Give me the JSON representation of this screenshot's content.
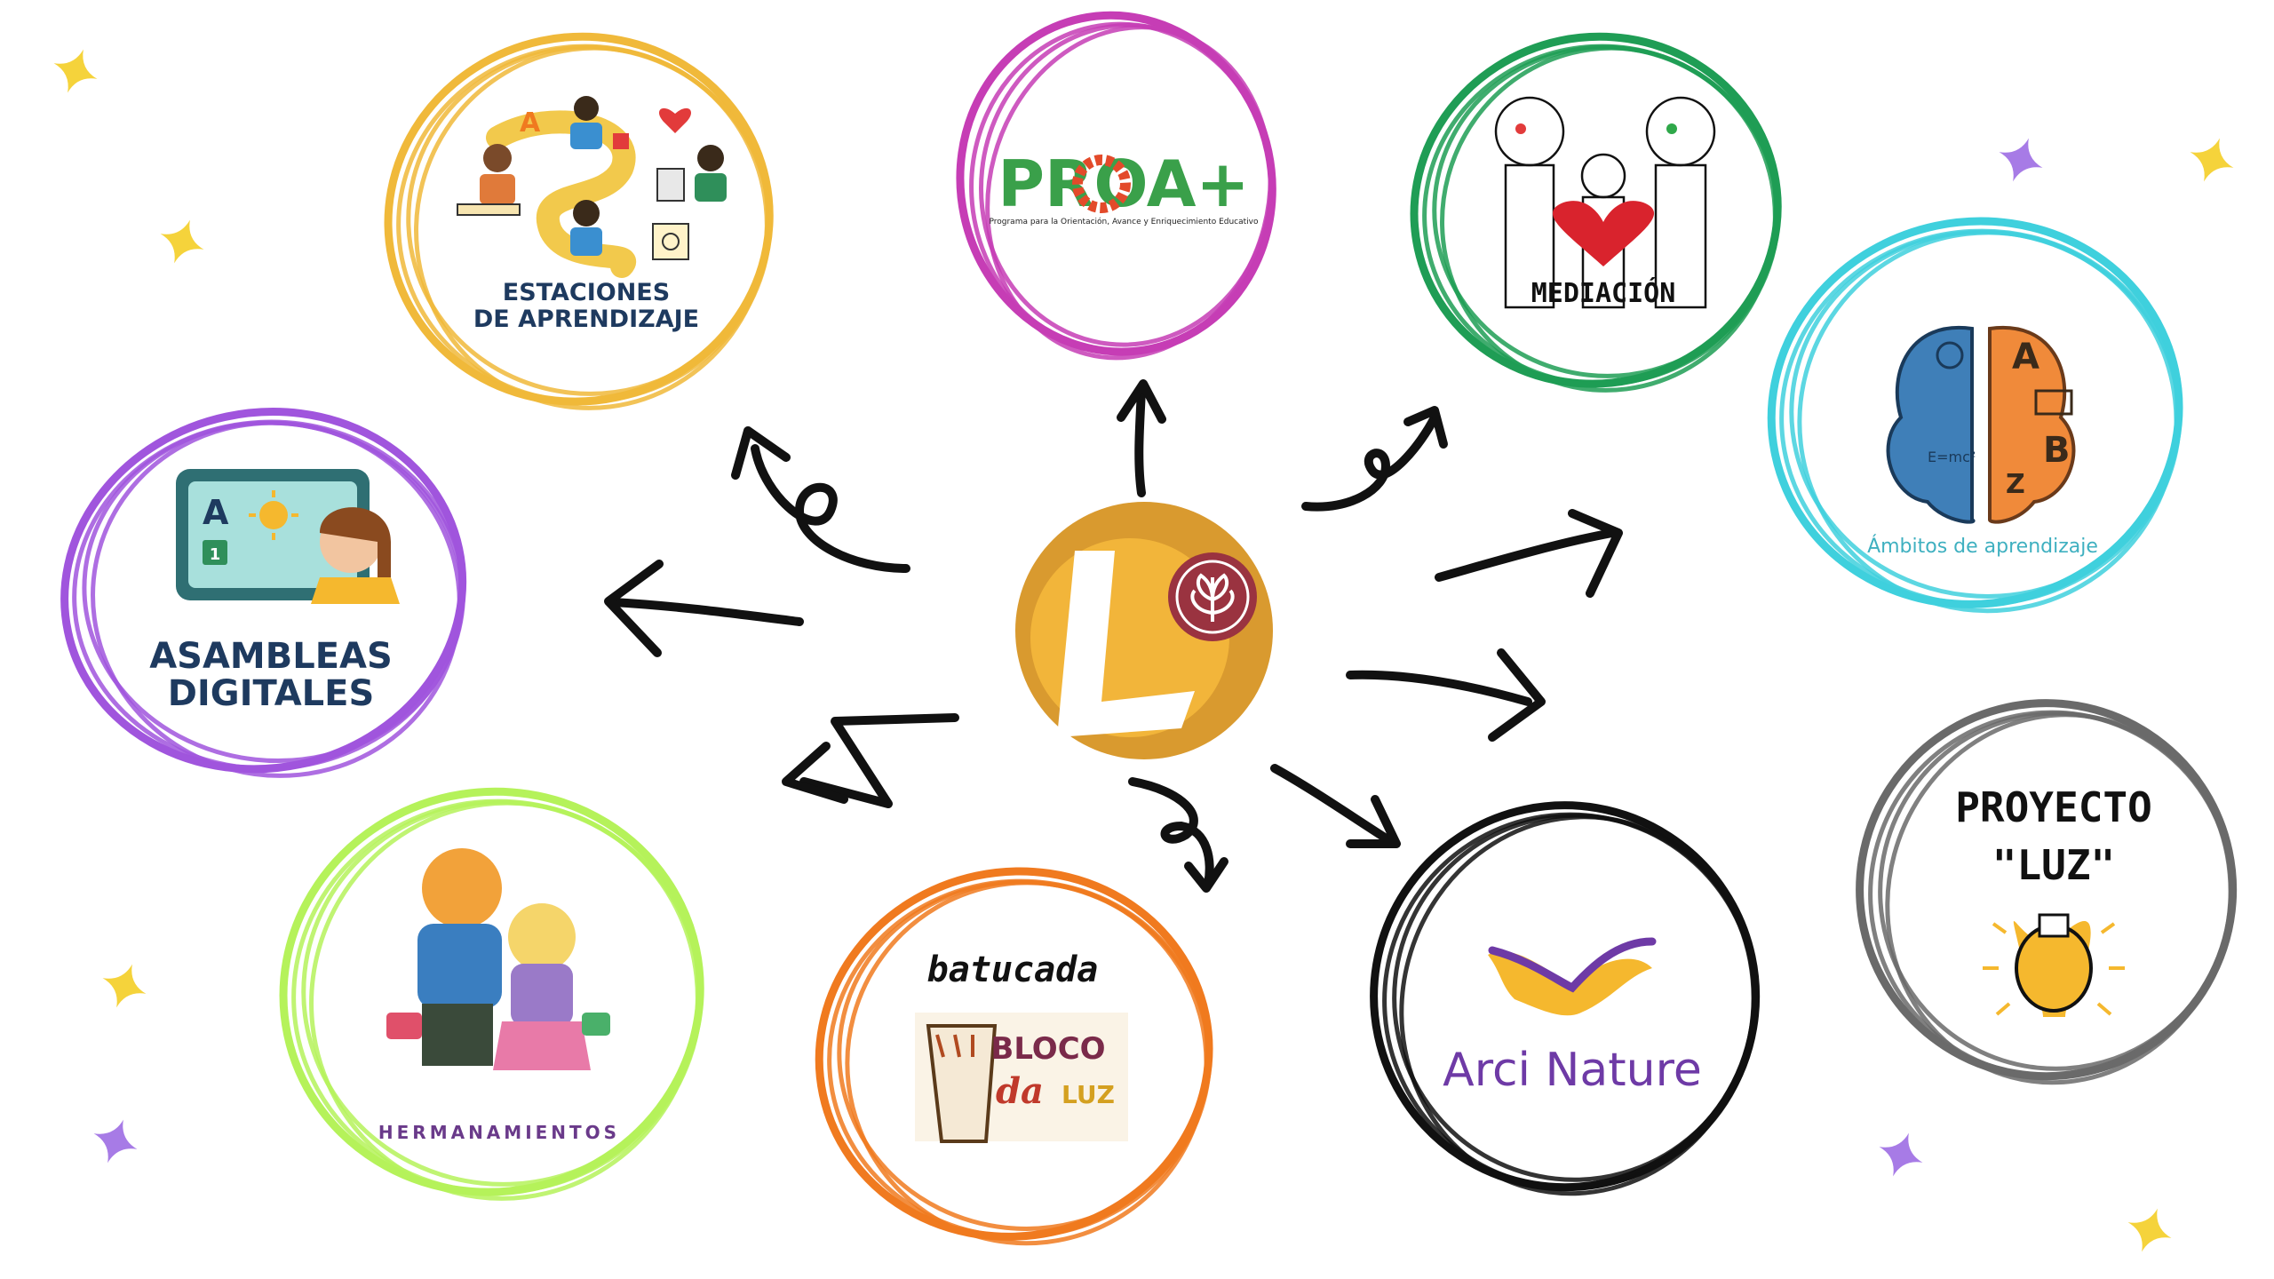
{
  "nodes": {
    "proa": {
      "title": "PROA+",
      "subtitle": "Programa para la Orientación, Avance y Enriquecimiento Educativo",
      "ring_color": "#c63db5"
    },
    "mediacion": {
      "title": "MEDIACIÓN",
      "ring_color": "#1f9d55"
    },
    "estaciones": {
      "line1": "ESTACIONES",
      "line2": "DE APRENDIZAJE",
      "ring_color": "#f0b93a"
    },
    "ambitos": {
      "title": "Ámbitos de aprendizaje",
      "ring_color": "#3fd0dd"
    },
    "asambleas": {
      "line1": "ASAMBLEAS",
      "line2": "DIGITALES",
      "ring_color": "#a055dd"
    },
    "proyecto": {
      "line1": "PROYECTO",
      "line2": "\"LUZ\"",
      "ring_color": "#6a6a6a"
    },
    "hermanamientos": {
      "title": "HERMANAMIENTOS",
      "ring_color": "#b5f25a"
    },
    "batucada": {
      "title": "batucada",
      "logo_line1": "BLOCO",
      "logo_line2a": "da",
      "logo_line2b": "LUZ",
      "ring_color": "#f07a1f"
    },
    "arci": {
      "title": "Arci Nature",
      "ring_color": "#111111"
    }
  },
  "center": {
    "letter": "L",
    "outer_color": "#d99a2f",
    "inner_color": "#f2b53a",
    "badge_color": "#9a3340"
  },
  "accents": {
    "star_yellow": "#f5d33b",
    "star_purple": "#a77be6",
    "text_navy": "#1e3a5f",
    "arci_purple": "#6e3aa6"
  }
}
